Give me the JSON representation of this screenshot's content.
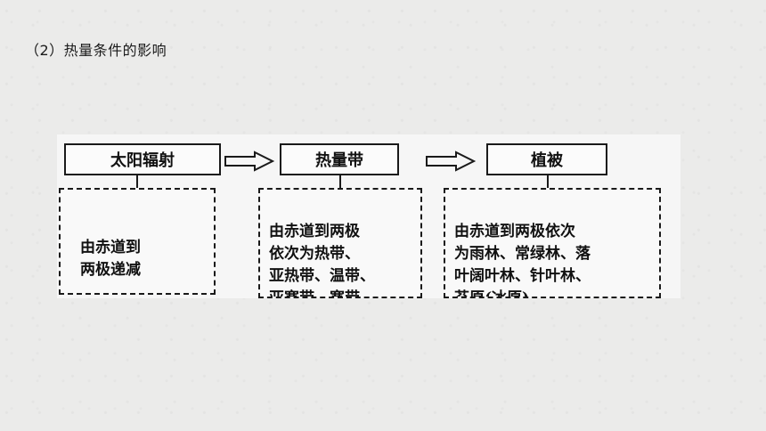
{
  "heading": "（2）热量条件的影响",
  "flow": {
    "step1": {
      "title": "太阳辐射",
      "desc": "由赤道到\n两极递减"
    },
    "step2": {
      "title": "热量带",
      "desc": "由赤道到两极\n依次为热带、\n亚热带、温带、\n亚寒带、寒带"
    },
    "step3": {
      "title": "植被",
      "desc": "由赤道到两极依次\n为雨林、常绿林、落\n叶阔叶林、针叶林、\n苔原(冰原)"
    }
  },
  "arrow_icon": "right-arrow-icon"
}
